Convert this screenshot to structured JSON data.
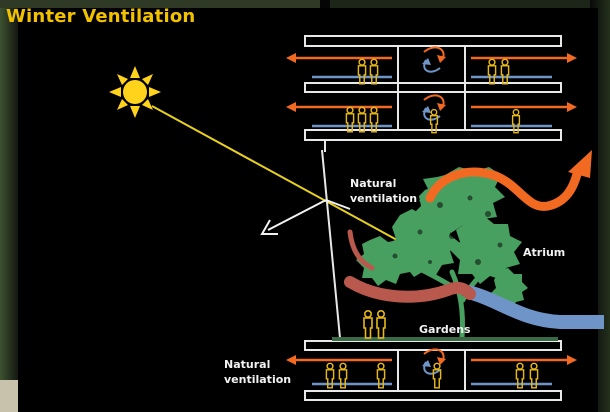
{
  "title": "Winter Ventilation",
  "labels": {
    "natural_ventilation_top": [
      "Natural",
      "ventilation"
    ],
    "natural_ventilation_bottom": [
      "Natural",
      "ventilation"
    ],
    "atrium": "Atrium",
    "gardens": "Gardens"
  },
  "colors": {
    "background": "#000000",
    "title": "#f2c200",
    "warm_air": "#f26a22",
    "cool_air": "#6f94c8",
    "rising_warm_air": "#b9584c",
    "sun": "#ffd21c",
    "sun_ray": "#e8d020",
    "tree": "#48a060",
    "people": "#e8b81a",
    "floor_outline": "#e8e8e8",
    "white_arrow": "#f2f2f2"
  },
  "icons": {
    "sun": "sun-icon",
    "tree": "tree-icon",
    "people": "person-icon",
    "air_flow": "arrow-icon"
  }
}
